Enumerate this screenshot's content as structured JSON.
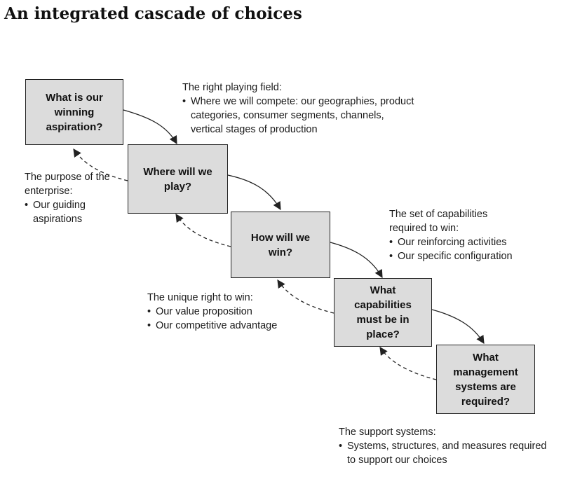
{
  "title": "An integrated cascade of choices",
  "boxes": [
    {
      "label": "What is our winning aspiration?"
    },
    {
      "label": "Where will we play?"
    },
    {
      "label": "How will we win?"
    },
    {
      "label": "What capabilities must be in place?"
    },
    {
      "label": "What management systems are required?"
    }
  ],
  "annotations": {
    "playing_field": {
      "heading": "The right playing field:",
      "bullets": [
        "Where we will compete: our geographies, product categories, consumer segments, channels, vertical stages of production"
      ]
    },
    "purpose": {
      "heading": "The purpose of the enterprise:",
      "bullets": [
        "Our guiding aspirations"
      ]
    },
    "capabilities": {
      "heading": "The set of capabilities required to win:",
      "bullets": [
        "Our reinforcing activities",
        "Our specific configuration"
      ]
    },
    "right_to_win": {
      "heading": "The unique right to win:",
      "bullets": [
        "Our value proposition",
        "Our competitive advantage"
      ]
    },
    "support": {
      "heading": "The support systems:",
      "bullets": [
        "Systems, structures, and measures required to support our choices"
      ]
    }
  },
  "bullet_symbol": "•",
  "colors": {
    "box_fill": "#dcdcdc",
    "box_border": "#222222",
    "arrow": "#222222"
  }
}
